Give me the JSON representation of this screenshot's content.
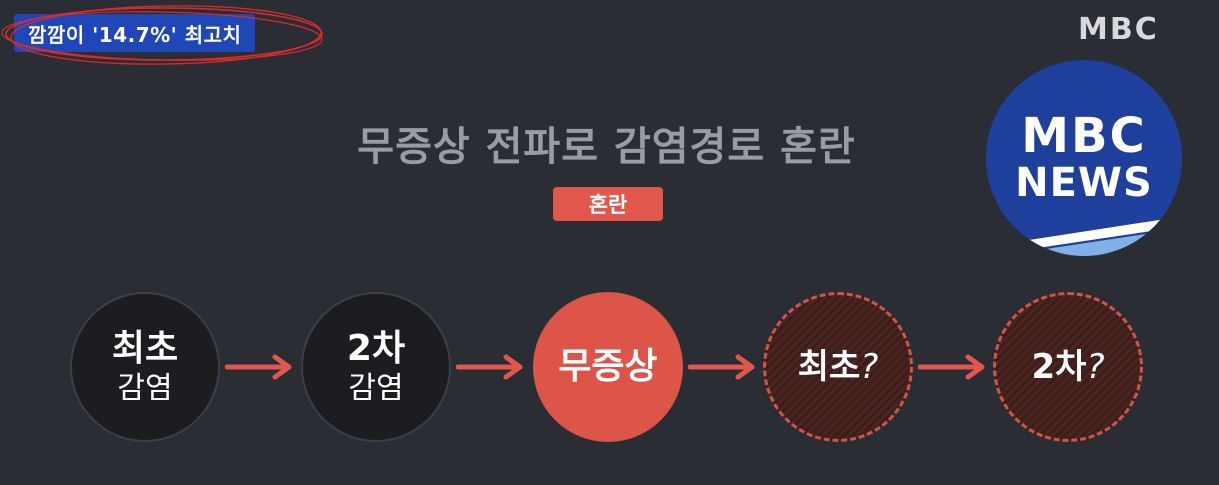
{
  "header": {
    "caption": "깜깜이 '14.7%' 최고치",
    "logo": "MBC"
  },
  "badge": {
    "line1": "MBC",
    "line2": "NEWS"
  },
  "slide": {
    "title": "무증상 전파로 감염경로 혼란",
    "tag": "혼란"
  },
  "flow": {
    "nodes": [
      {
        "line1": "최초",
        "line2": "감염",
        "style": "solid-dark"
      },
      {
        "line1": "2차",
        "line2": "감염",
        "style": "solid-dark"
      },
      {
        "line1": "무증상",
        "style": "highlight-red"
      },
      {
        "line1": "최초",
        "mark": "?",
        "style": "dashed-red"
      },
      {
        "line1": "2차",
        "mark": "?",
        "style": "dashed-red"
      }
    ]
  },
  "colors": {
    "background": "#2a2d34",
    "caption_bg": "#1f47b8",
    "accent_red": "#e2574c",
    "badge_blue": "#1f3f9c"
  }
}
